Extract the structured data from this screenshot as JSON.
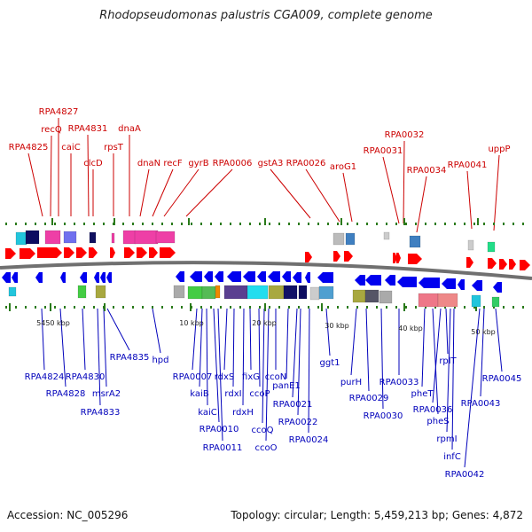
{
  "title": "Rhodopseudomonas palustris CGA009, complete genome",
  "footer": {
    "accession": "Accession: NC_005296",
    "summary": "Topology: circular; Length: 5,459,213 bp; Genes: 4,872"
  },
  "colors": {
    "forward_label": "#cc0000",
    "reverse_label": "#0000bb",
    "forward_arrow": "#ff0000",
    "reverse_arrow": "#0000ee",
    "backbone": "#707070",
    "tick": "#2a7a1a"
  },
  "scale_labels": [
    {
      "text": "5450 kbp"
    },
    {
      "text": "10 kbp"
    },
    {
      "text": "20 kbp"
    },
    {
      "text": "30 kbp"
    },
    {
      "text": "40 kbp"
    },
    {
      "text": "50 kbp"
    }
  ],
  "forward_genes": [
    "RPA4825",
    "recQ",
    "RPA4827",
    "caiC",
    "RPA4831",
    "clcD",
    "rpsT",
    "dnaN",
    "dnaA",
    "recF",
    "gyrB",
    "RPA0006",
    "gstA3",
    "RPA0026",
    "aroG1",
    "RPA0031",
    "RPA0032",
    "RPA0034",
    "RPA0041",
    "uppP"
  ],
  "reverse_genes": [
    "RPA4824",
    "RPA4828",
    "RPA4830",
    "RPA4833",
    "msrA2",
    "RPA4835",
    "hpd",
    "RPA0007",
    "kaiB",
    "kaiC",
    "RPA0010",
    "RPA0011",
    "rdxS",
    "rdxI",
    "rdxH",
    "fixG",
    "ccoP",
    "ccoQ",
    "ccoO",
    "ccoN",
    "panE1",
    "RPA0021",
    "RPA0022",
    "RPA0024",
    "ggt1",
    "purH",
    "RPA0029",
    "RPA0030",
    "RPA0033",
    "pheT",
    "pheS",
    "RPA0036",
    "rplT",
    "rpmI",
    "infC",
    "RPA0042",
    "RPA0043",
    "RPA0045"
  ]
}
